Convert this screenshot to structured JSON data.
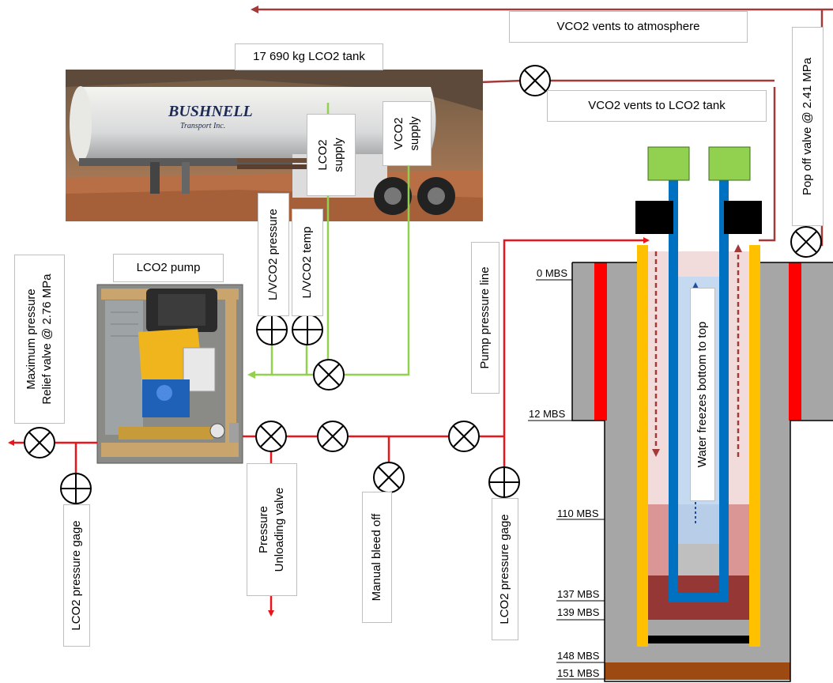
{
  "labels": {
    "vent_atmosphere": "VCO2 vents to atmosphere",
    "tank": "17 690 kg LCO2 tank",
    "vent_tank": "VCO2 vents to LCO2 tank",
    "pop_off": "Pop off valve @ 2.41 MPa",
    "pump": "LCO2 pump",
    "max_pressure_line1": "Maximum pressure",
    "max_pressure_line2": "Relief valve @ 2.76 MPa",
    "lvco2_pressure": "L/VCO2 pressure",
    "lvco2_temp": "L/VCO2 temp",
    "lco2_supply_line1": "LCO2",
    "lco2_supply_line2": "supply",
    "vco2_supply_line1": "VCO2",
    "vco2_supply_line2": "supply",
    "pump_pressure_line": "Pump pressure line",
    "water_freezes": "Water freezes bottom to top",
    "pressure_unloading_line1": "Pressure",
    "pressure_unloading_line2": "Unloading valve",
    "manual_bleed": "Manual bleed off",
    "lco2_gage_left": "LCO2 pressure gage",
    "lco2_gage_right": "LCO2 pressure gage"
  },
  "depths": [
    "0 MBS",
    "12 MBS",
    "110 MBS",
    "137 MBS",
    "139 MBS",
    "148 MBS",
    "151 MBS"
  ],
  "photo_text": {
    "tank_brand": "BUSHNELL",
    "tank_brand_sub": "Transport Inc."
  },
  "colors": {
    "co2_line": "#e8161b",
    "vent_line": "#a33a3a",
    "supply_line": "#92d050",
    "water_pipe": "#0070c0",
    "casing": "#ffc000",
    "grout": "#a6a6a6",
    "insulation": "#ff0000",
    "cap_green": "#92d050"
  }
}
